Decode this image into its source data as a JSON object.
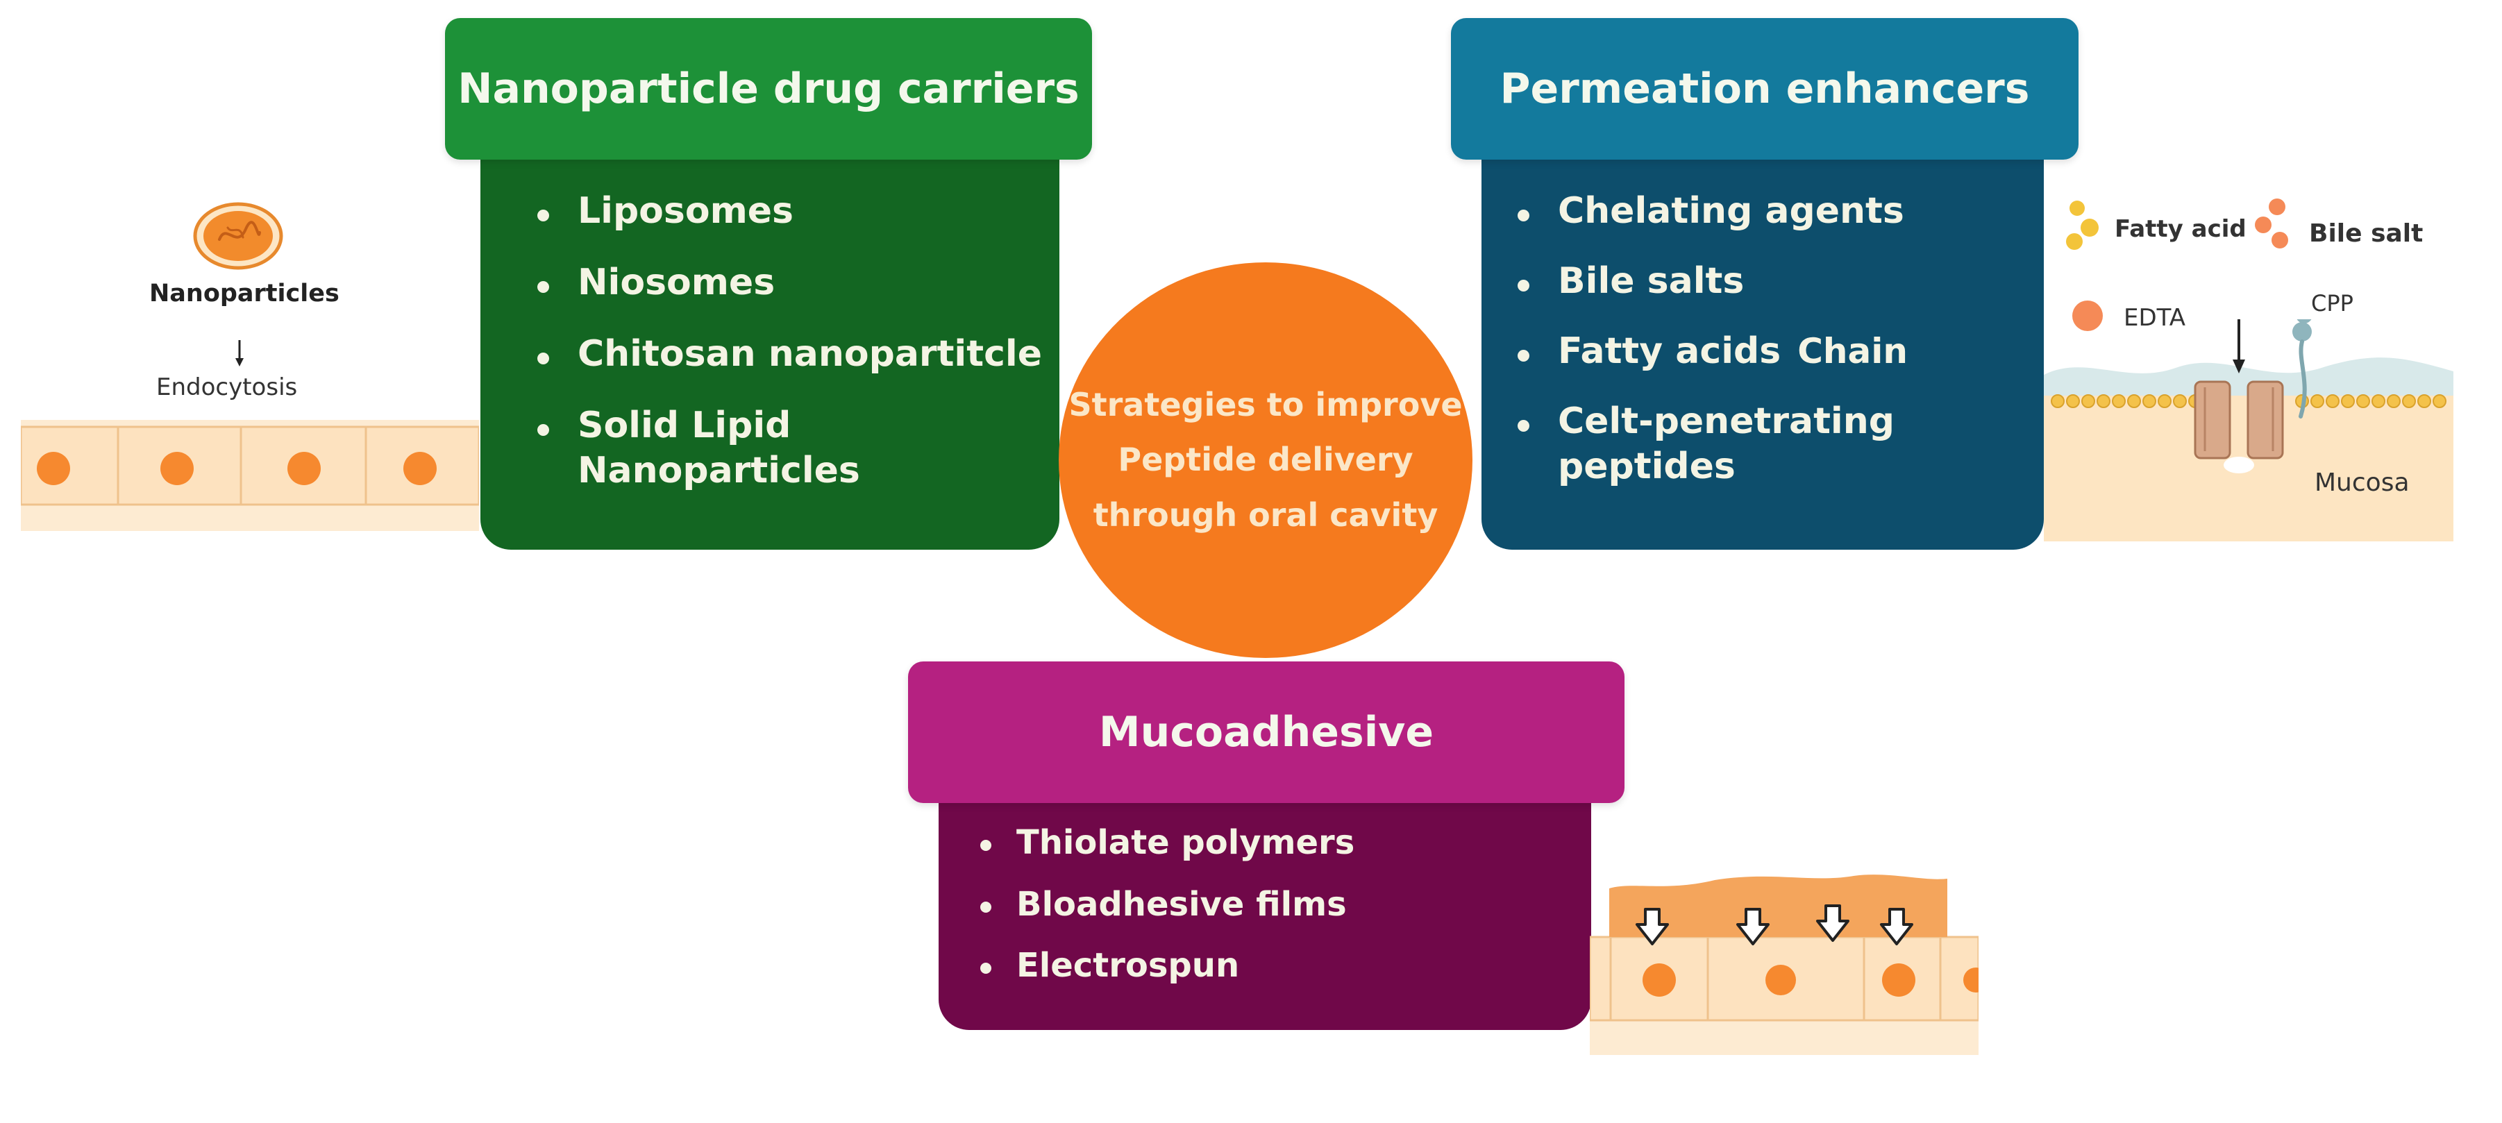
{
  "center": {
    "lines": [
      "Strategies to improve",
      "Peptide delivery",
      "through oral cavity"
    ]
  },
  "nanoparticle_card": {
    "title": "Nanoparticle drug carriers",
    "items": [
      "Liposomes",
      "Niosomes",
      "Chitosan nanopartitcle",
      "Solid Lipid Nanoparticles"
    ]
  },
  "permeation_card": {
    "title": "Permeation enhancers",
    "items": [
      "Chelating agents",
      "Bile salts",
      "Fatty acids",
      "Celt-penetrating peptides"
    ],
    "stray_label": "Chain"
  },
  "mucoadhesive_card": {
    "title": "Mucoadhesive",
    "items": [
      "Thiolate polymers",
      "Bloadhesive films",
      "Electrospun"
    ]
  },
  "nanoparticle_illustration": {
    "label": "Nanoparticles",
    "process": "Endocytosis"
  },
  "permeation_illustration": {
    "fatty_acid": "Fatty acid",
    "bile_salt": "Bile salt",
    "edta": "EDTA",
    "cpp": "CPP",
    "mucosa": "Mucosa"
  },
  "colors": {
    "green_head": "#1d9138",
    "green_body": "#136622",
    "teal_head": "#137a9d",
    "teal_body": "#0d4e6c",
    "magenta_head": "#b52181",
    "magenta_body": "#700849",
    "center_orange": "#f57a1e",
    "cell_fill": "#fde3c2",
    "nucleus": "#f6892f"
  }
}
